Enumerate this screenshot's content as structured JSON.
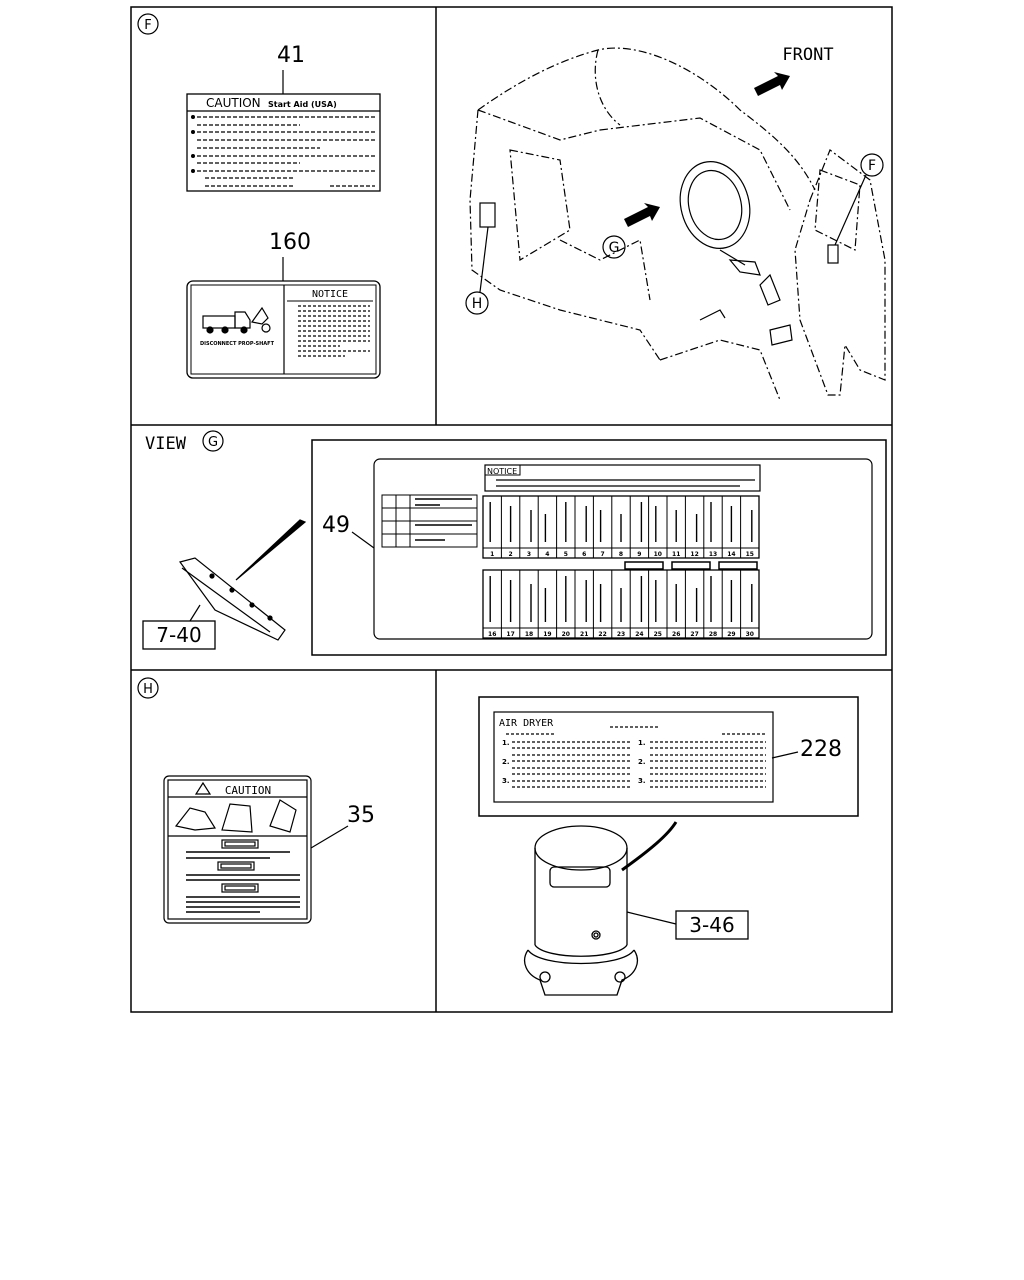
{
  "panel_f": {
    "marker": "F",
    "label41": {
      "number": "41",
      "heading": "CAUTION",
      "subheading": "Start Aid (USA)"
    },
    "label160": {
      "number": "160",
      "heading": "NOTICE",
      "caption": "DISCONNECT PROP-SHAFT"
    }
  },
  "cab_view": {
    "front_label": "FRONT",
    "marker_f": "F",
    "marker_g": "G",
    "marker_h": "H"
  },
  "panel_g": {
    "view_label": "VIEW",
    "marker": "G",
    "part_ref": "7-40",
    "callout": "49",
    "notice_title": "NOTICE",
    "fuse_row1": [
      "1",
      "2",
      "3",
      "4",
      "5",
      "6",
      "7",
      "8",
      "9",
      "10",
      "11",
      "12",
      "13",
      "14",
      "15"
    ],
    "fuse_row2": [
      "16",
      "17",
      "18",
      "19",
      "20",
      "21",
      "22",
      "23",
      "24",
      "25",
      "26",
      "27",
      "28",
      "29",
      "30"
    ]
  },
  "panel_h": {
    "marker": "H",
    "callout": "35",
    "heading": "CAUTION"
  },
  "panel_air": {
    "title": "AIR DRYER",
    "callout": "228",
    "part_ref": "3-46",
    "left_items": [
      "1.",
      "2.",
      "3."
    ],
    "right_items": [
      "1.",
      "2.",
      "3."
    ]
  }
}
